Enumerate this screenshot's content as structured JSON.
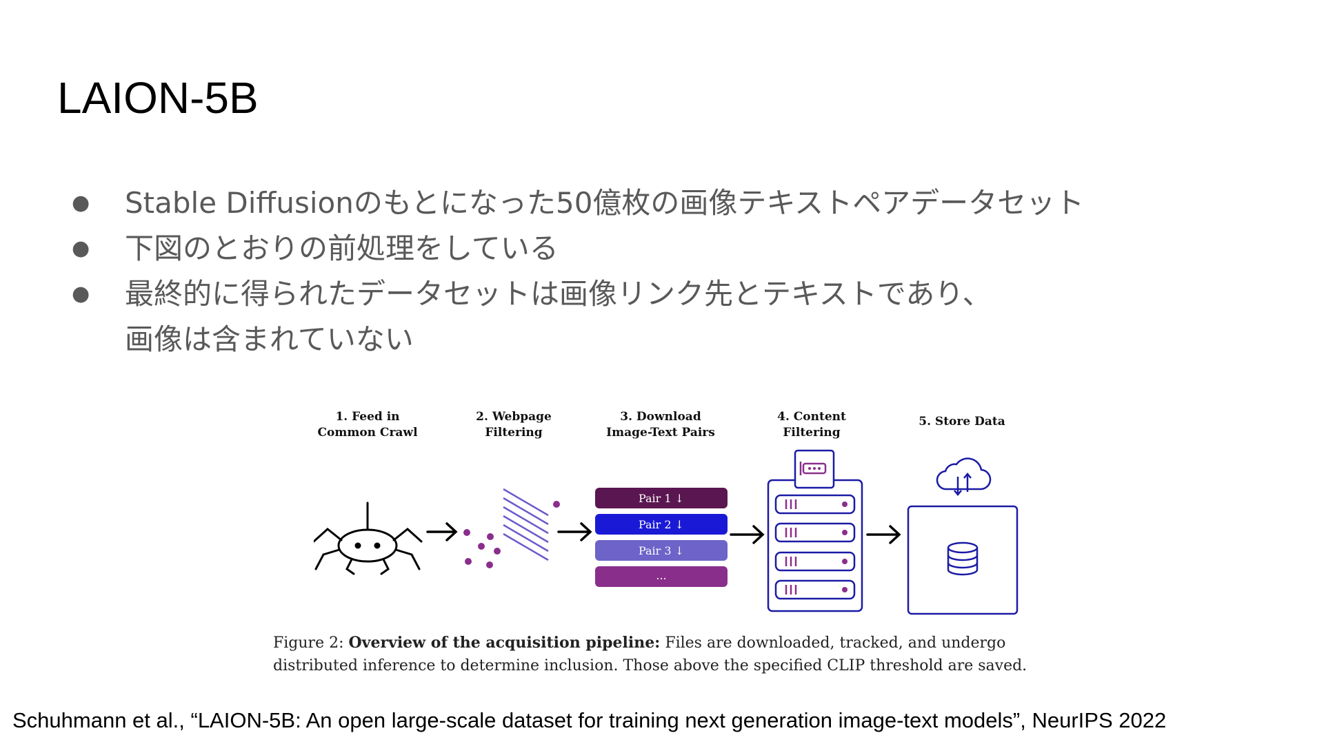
{
  "slide": {
    "title": "LAION-5B",
    "bullets": [
      {
        "line1": "Stable Diffusionのもとになった50億枚の画像テキストペアデータセット"
      },
      {
        "line1": "下図のとおりの前処理をしている"
      },
      {
        "line1": "最終的に得られたデータセットは画像リンク先とテキストであり、",
        "line2": "画像は含まれていない"
      }
    ],
    "citation": "Schuhmann et al., “LAION-5B: An open large-scale dataset for training next generation image-text models”, NeurIPS 2022"
  },
  "figure": {
    "steps": [
      {
        "line1": "1. Feed in",
        "line2": "Common Crawl",
        "icon": "spider-icon"
      },
      {
        "line1": "2. Webpage",
        "line2": "Filtering",
        "icon": "filter-lines-icon"
      },
      {
        "line1": "3. Download",
        "line2": "Image-Text Pairs",
        "icon": "pairs-list-icon"
      },
      {
        "line1": "4. Content",
        "line2": "Filtering",
        "icon": "server-rack-icon"
      },
      {
        "line1": "5. Store Data",
        "line2": "",
        "icon": "cloud-database-icon"
      }
    ],
    "pairs": [
      "Pair 1 ↓",
      "Pair 2 ↓",
      "Pair 3 ↓",
      "..."
    ],
    "colors": {
      "purple": "#8a2e8c",
      "dark_purple": "#5a1650",
      "blue": "#1a1ad6",
      "lavender": "#6d63c8",
      "navy": "#1a1aa6",
      "line_purple": "#6a5acd"
    },
    "caption": {
      "label": "Figure 2:",
      "bold": "Overview of the acquisition pipeline:",
      "text": "Files are downloaded, tracked, and undergo distributed inference to determine inclusion. Those above the specified CLIP threshold are saved."
    }
  }
}
